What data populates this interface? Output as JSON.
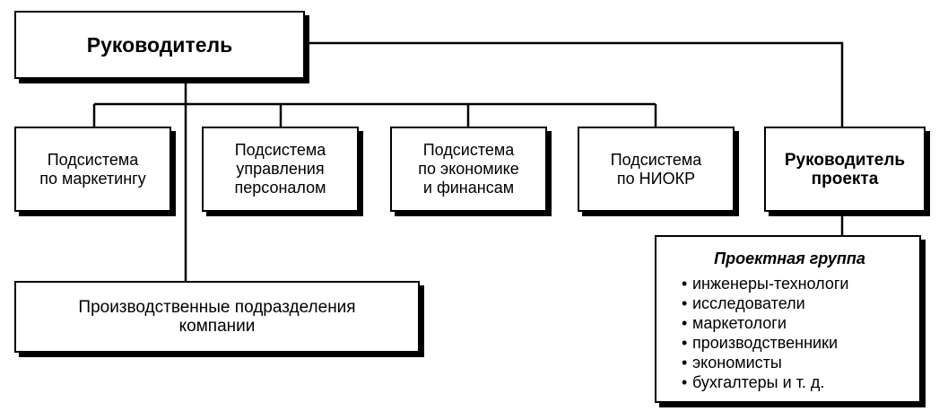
{
  "top": {
    "label": "Руководитель"
  },
  "subsystems": [
    {
      "label": "Подсистема\nпо маркетингу"
    },
    {
      "label": "Подсистема\nуправления\nперсоналом"
    },
    {
      "label": "Подсистема\nпо экономике\nи финансам"
    },
    {
      "label": "Подсистема\nпо НИОКР"
    }
  ],
  "project_manager": {
    "label": "Руководитель\nпроекта"
  },
  "production": {
    "label": "Производственные подразделения\nкомпании"
  },
  "project_team": {
    "title": "Проектная группа",
    "bullet": "•",
    "items": [
      "инженеры-технологи",
      "исследователи",
      "маркетологи",
      "производственники",
      "экономисты",
      "бухгалтеры и т. д."
    ]
  }
}
